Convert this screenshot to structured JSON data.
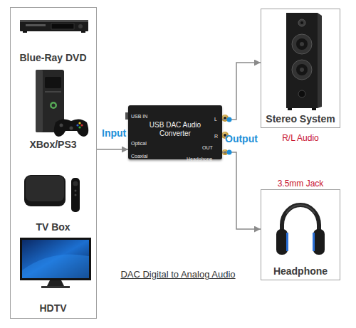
{
  "diagram": {
    "caption": "DAC Digital to Analog Audio",
    "nodes": [
      {
        "text": []
      },
      {
        "text": [
          "Blue-Ray DVD"
        ],
        "in": 0
      },
      {
        "text": [
          "XBox/PS3"
        ],
        "in": 0
      },
      {
        "text": [
          "TV Box"
        ],
        "in": 0
      },
      {
        "text": [
          "HDTV"
        ],
        "in": 0
      },
      {
        "text": [
          "USB DAC Audio Converter",
          "USB IN",
          "Optical",
          "Coaxial",
          "L",
          "R",
          "OUT",
          "Headphone"
        ]
      },
      {
        "text": [
          "Stereo System"
        ]
      },
      {
        "text": [
          "Headphone"
        ]
      }
    ],
    "edges": [
      {
        "from": 0,
        "to": 5,
        "arrow": "to",
        "label": "Input"
      },
      {
        "from": 5,
        "to": 6,
        "arrow": "to"
      },
      {
        "from": 5,
        "to": 7,
        "arrow": "to"
      }
    ],
    "labels": [
      "Output",
      "R/L Audio",
      "3.5mm Jack"
    ]
  }
}
